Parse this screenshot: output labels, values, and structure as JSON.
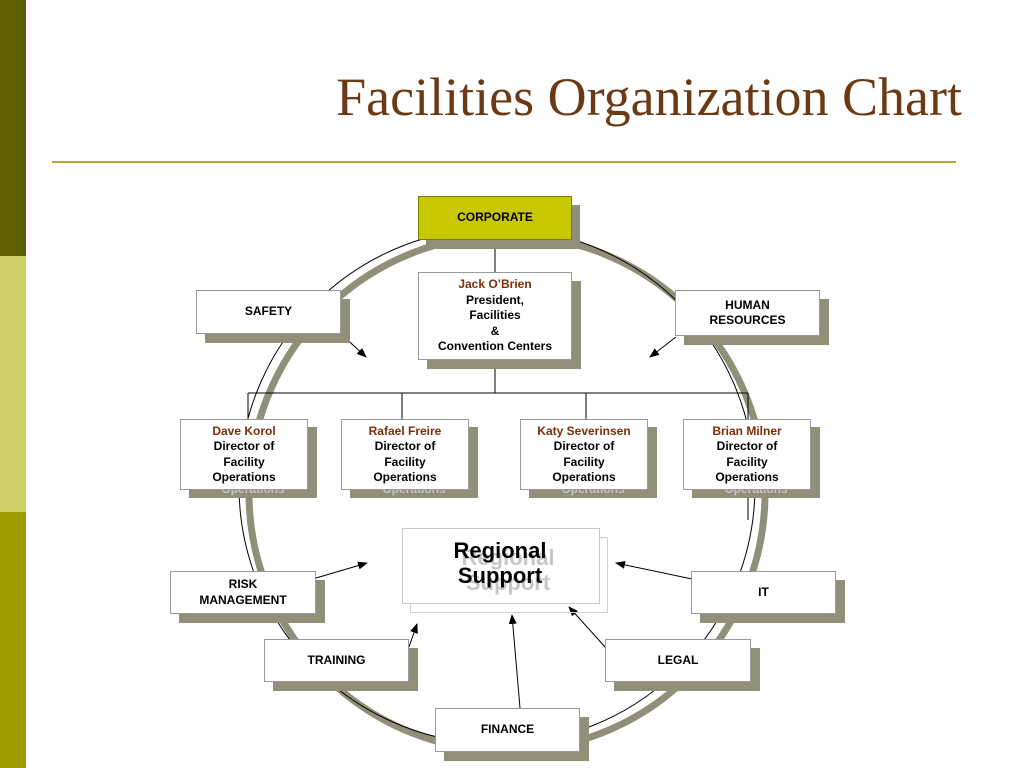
{
  "slide": {
    "title": "Facilities Organization Chart",
    "accent_colors": {
      "stripe_dark": "#5f5f00",
      "stripe_light": "#cfcf6a",
      "stripe_mid": "#9c9c00",
      "title": "#6b3a14",
      "rule": "#b3ac2a",
      "corporate_fill": "#c8c800",
      "name_text": "#7a2f0a"
    }
  },
  "nodes": {
    "corporate": "CORPORATE",
    "president": {
      "name": "Jack O’Brien",
      "line1": "President,",
      "line2": "Facilities",
      "line3": "&",
      "line4": "Convention Centers"
    },
    "safety": "SAFETY",
    "human_resources": {
      "line1": "HUMAN",
      "line2": "RESOURCES"
    },
    "directors": [
      {
        "name": "Dave Korol",
        "line1": "Director of",
        "line2": "Facility",
        "line3": "Operations",
        "ghost": "Operations"
      },
      {
        "name": "Rafael Freire",
        "line1": "Director of",
        "line2": "Facility",
        "line3": "Operations",
        "ghost": "Operations"
      },
      {
        "name": "Katy Severinsen",
        "line1": "Director of",
        "line2": "Facility",
        "line3": "Operations",
        "ghost": "Operations"
      },
      {
        "name": "Brian Milner",
        "line1": "Director of",
        "line2": "Facility",
        "line3": "Operations",
        "ghost": "Operations"
      }
    ],
    "regional_support": {
      "line1": "Regional",
      "line2": "Support"
    },
    "risk_management": {
      "line1": "RISK",
      "line2": "MANAGEMENT"
    },
    "it": "IT",
    "training": "TRAINING",
    "legal": "LEGAL",
    "finance": "FINANCE"
  }
}
